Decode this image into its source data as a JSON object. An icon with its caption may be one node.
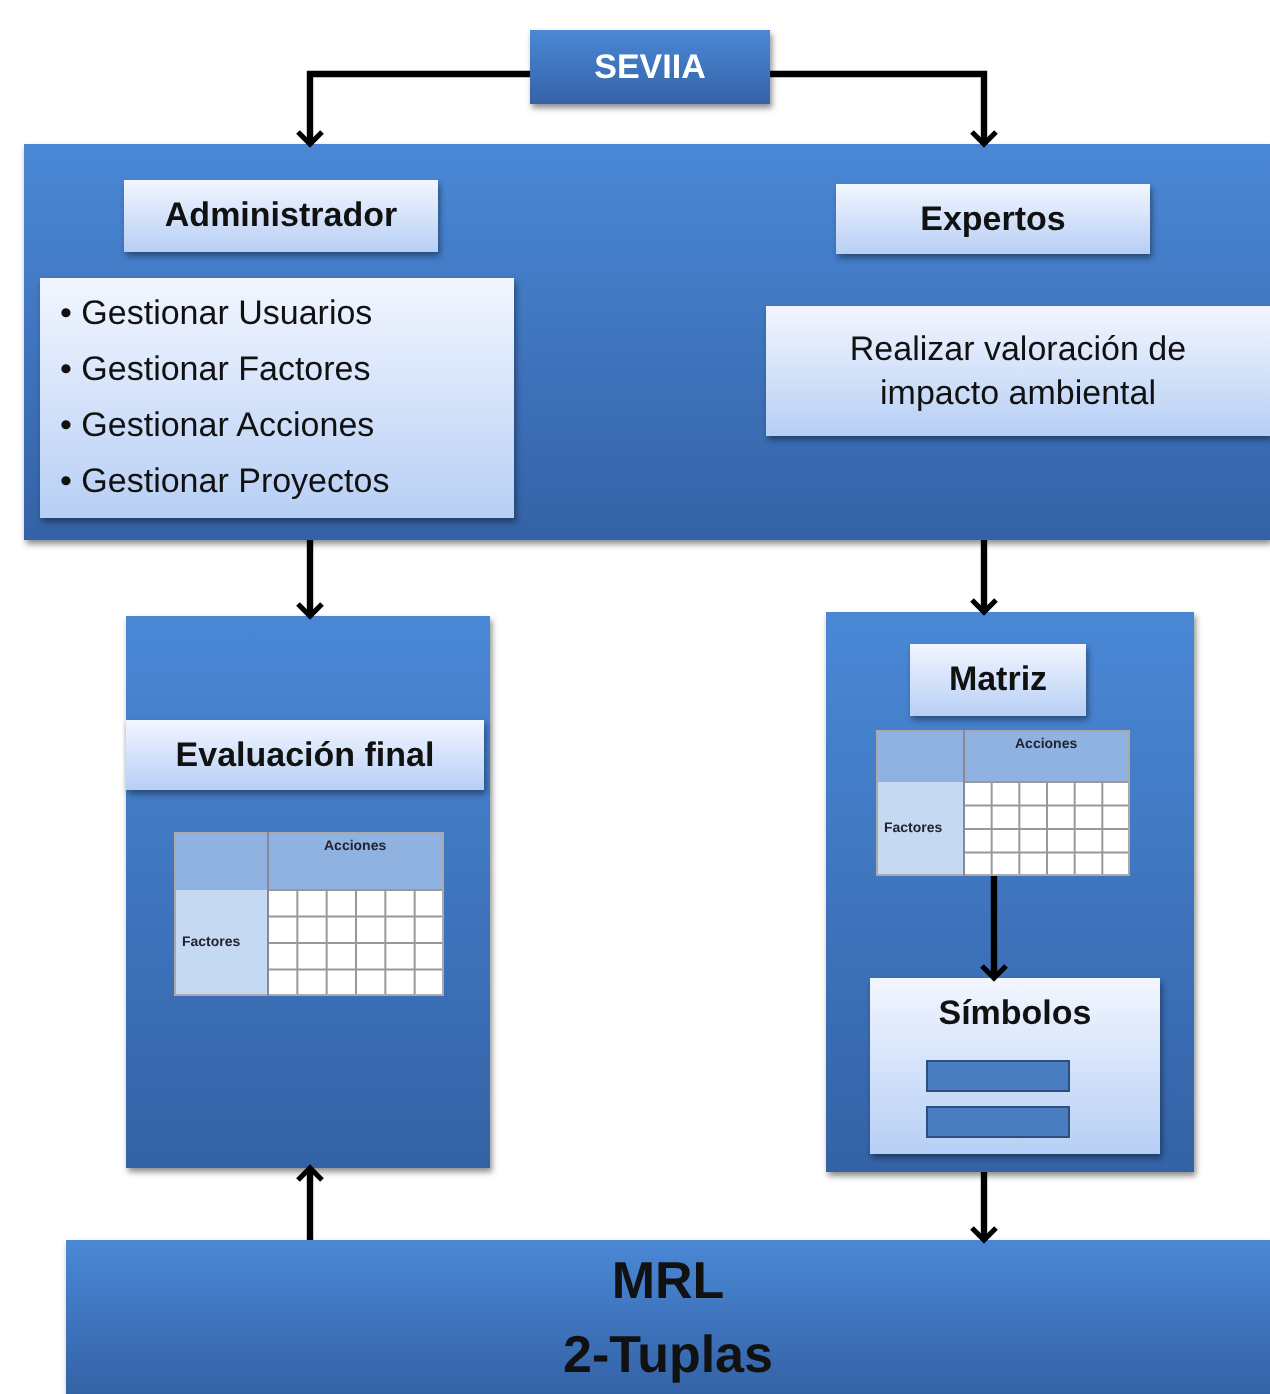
{
  "diagram": {
    "nodes": [
      {
        "text": [
          "SEVIIA"
        ]
      },
      {
        "text": [],
        "shape": "box"
      },
      {
        "text": [
          "Administrador"
        ],
        "in": 1
      },
      {
        "text": [
          "• Gestionar Usuarios",
          "• Gestionar Factores",
          "• Gestionar Acciones",
          "• Gestionar Proyectos"
        ],
        "in": 1
      },
      {
        "text": [
          "Expertos"
        ],
        "in": 1
      },
      {
        "text": [
          "Realizar valoración de impacto ambiental"
        ],
        "in": 1
      },
      {
        "text": [],
        "shape": "box"
      },
      {
        "text": [
          "Evaluación final"
        ],
        "in": 6
      },
      {
        "text": [
          "Acciones",
          "Factores"
        ],
        "in": 6
      },
      {
        "text": [],
        "shape": "box"
      },
      {
        "text": [
          "Matriz"
        ],
        "in": 9
      },
      {
        "text": [
          "Acciones",
          "Factores"
        ],
        "in": 9
      },
      {
        "text": [
          "Símbolos"
        ],
        "in": 9
      },
      {
        "text": [
          "MRL",
          "2-Tuplas"
        ]
      }
    ],
    "edges": [
      {
        "from": 0,
        "to": 1,
        "arrow": "to"
      },
      {
        "from": 0,
        "to": 1,
        "arrow": "to"
      },
      {
        "from": 1,
        "to": 6,
        "arrow": "to"
      },
      {
        "from": 1,
        "to": 9,
        "arrow": "to"
      },
      {
        "from": 11,
        "to": 12,
        "arrow": "to"
      },
      {
        "from": 9,
        "to": 13,
        "arrow": "to"
      },
      {
        "from": 13,
        "to": 6,
        "arrow": "to"
      }
    ]
  }
}
